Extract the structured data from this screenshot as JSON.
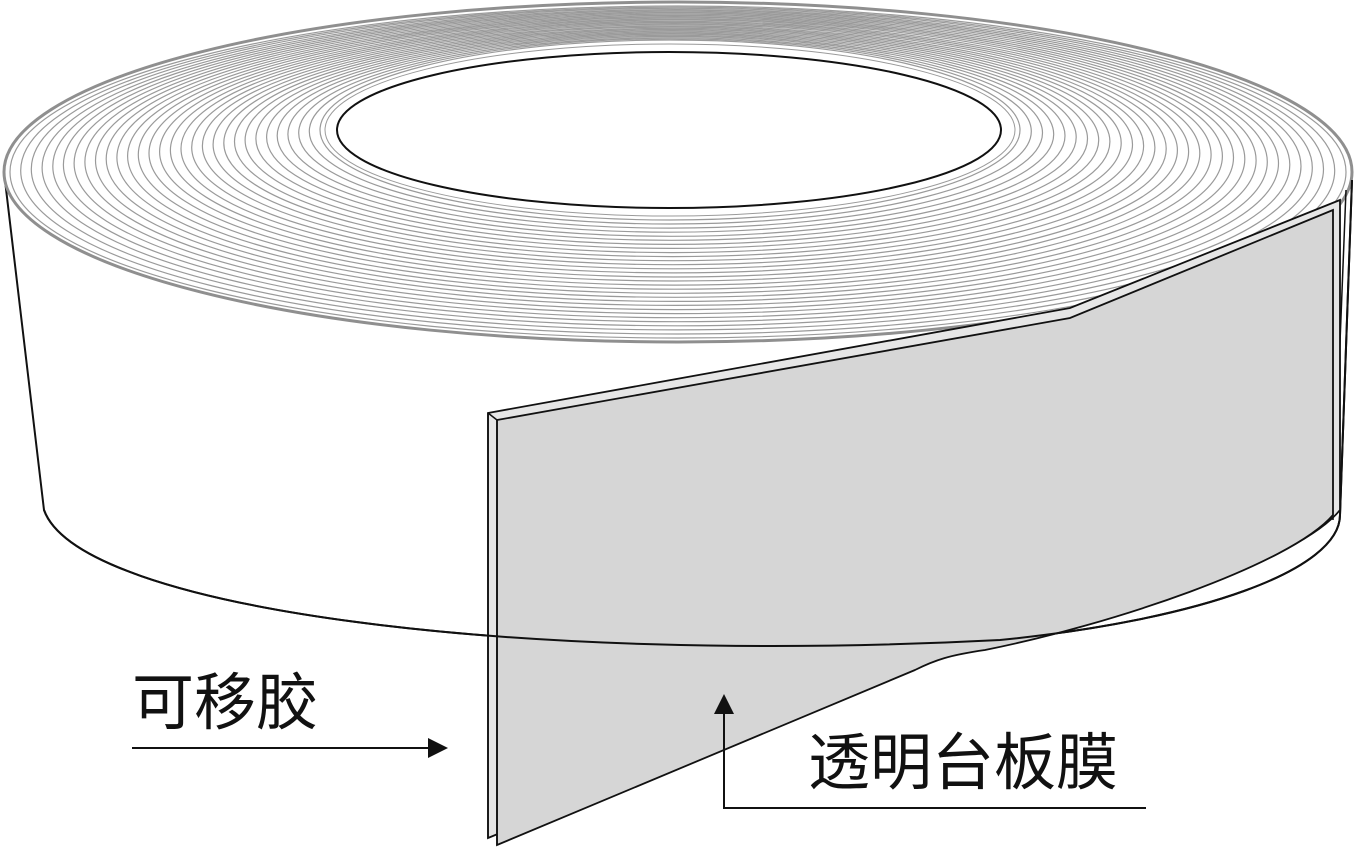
{
  "labels": {
    "removable_adhesive": "可移胶",
    "transparent_film": "透明台板膜"
  },
  "colors": {
    "outline": "#111111",
    "ring_line": "#9a9a9a",
    "ring_band": "#8f8f8f",
    "film_fill": "#d6d6d6",
    "adhesive_fill": "#e6e6e6",
    "background": "#ffffff"
  },
  "rings": {
    "count": 30
  }
}
